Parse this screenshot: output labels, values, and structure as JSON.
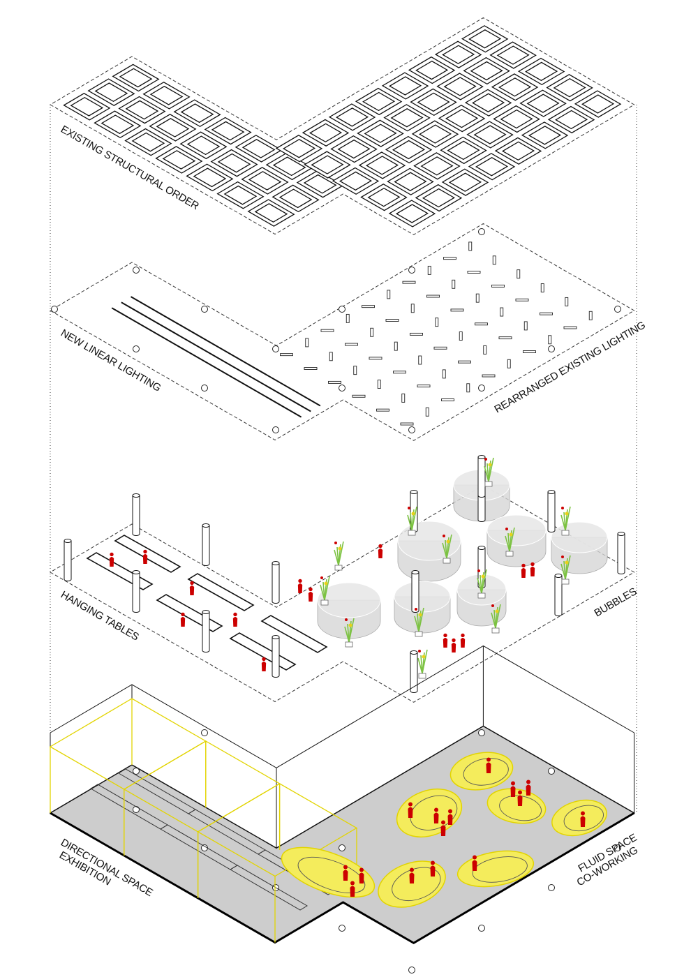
{
  "layers": {
    "structure": {
      "label": "EXISTING STRUCTURAL ORDER"
    },
    "lighting": {
      "label_left": "NEW LINEAR LIGHTING",
      "label_right": "REARRANGED EXISTING LIGHTING"
    },
    "furniture": {
      "label_left": "HANGING TABLES",
      "label_right": "BUBBLES"
    },
    "program": {
      "label_left_line1": "DIRECTIONAL SPACE",
      "label_left_line2": "EXHIBITION",
      "label_right_line1": "FLUID SPACE",
      "label_right_line2": "CO-WORKING"
    }
  },
  "colors": {
    "people": "#cc0000",
    "highlight": "#f4ec5c",
    "highlight_stroke": "#e2d400",
    "floor": "#cdcdcd",
    "bubble": "#d6d6d6",
    "plant": "#7cc242"
  }
}
